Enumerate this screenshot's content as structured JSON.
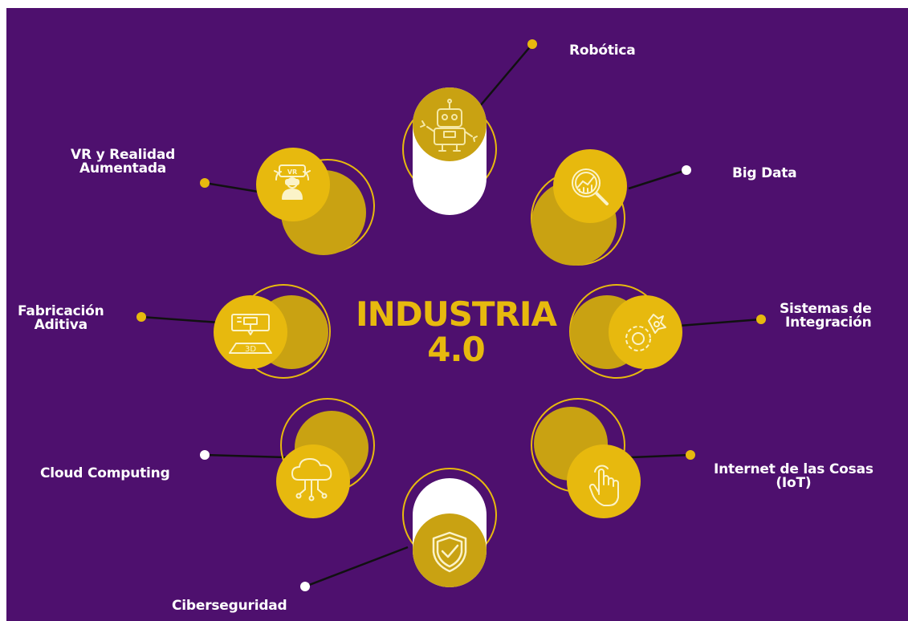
{
  "colors": {
    "background": "#4e106e",
    "primary_yellow": "#e7b90e",
    "dark_yellow": "#c19d10",
    "white": "#ffffff",
    "text": "#ffffff"
  },
  "center": {
    "title_line1": "INDUSTRIA",
    "title_line2": "4.0"
  },
  "nodes": [
    {
      "id": "robotica",
      "label": [
        "Robótica"
      ],
      "icon": "robot-icon"
    },
    {
      "id": "big-data",
      "label": [
        "Big Data"
      ],
      "icon": "magnifier-chart-icon"
    },
    {
      "id": "sistemas",
      "label": [
        "Sistemas de",
        "Integración"
      ],
      "icon": "gears-icon"
    },
    {
      "id": "iot",
      "label": [
        "Internet de las Cosas",
        "(IoT)"
      ],
      "icon": "touch-hand-icon"
    },
    {
      "id": "ciber",
      "label": [
        "Ciberseguridad"
      ],
      "icon": "shield-check-icon"
    },
    {
      "id": "cloud",
      "label": [
        "Cloud Computing"
      ],
      "icon": "cloud-network-icon"
    },
    {
      "id": "fabricacion",
      "label": [
        "Fabricación",
        "Aditiva"
      ],
      "icon": "3d-printer-icon"
    },
    {
      "id": "vr",
      "label": [
        "VR y Realidad",
        "Aumentada"
      ],
      "icon": "vr-headset-icon"
    }
  ]
}
